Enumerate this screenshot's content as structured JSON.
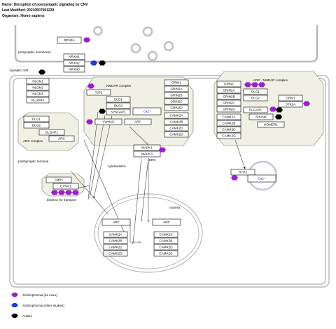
{
  "header": {
    "name": "Name: Disruption of postsynaptic signaling by CNV",
    "modified": "Last Modified: 20210507091229",
    "organism": "Organism: Homo sapiens"
  },
  "labels": {
    "presynaptic_membrane": "presynaptic membrane",
    "synaptic_cleft": "synaptic cleft",
    "nmdar_complex": "NMDAR complex",
    "arc_nmdar_complex": "ARC - NMDAR complex",
    "arc_complex": "ARC complex",
    "postsynaptic_terminal": "postsynaptic terminal",
    "cytoskeleton": "cytoskeleton",
    "erk": "ERK",
    "binds_for_transport": "binds to for transport",
    "nucleus": "nucleus"
  },
  "genes": {
    "rph3a": "RPH3A",
    "nrxn1": "NRXN1",
    "nrxn2": "NRXN2",
    "nrxn3": "NRXN3",
    "nlgn1": "NLGN1",
    "nlgn2": "NLGN2",
    "nlgn3": "NLGN3",
    "nlgn4x": "NLGN4X",
    "tjp1": "TJP1",
    "nmdar_dlg1": "DLG1",
    "nmdar_dlg2": "DLG2",
    "nmdar_syngap1": "SYNGAP1",
    "nmdar_ca2": "Ca2+",
    "nmdar_ywhag": "YWHAG",
    "nmdar_arc": "ARC",
    "nmdar_grin1": "GRIN1",
    "nmdar_grin2a": "GRIN2A",
    "nmdar_grin2b": "GRIN2B",
    "nmdar_grin2c": "GRIN2C",
    "nmdar_grin2d": "GRIN2D",
    "nmdar_camk2a": "CAMK2A",
    "nmdar_camk2b": "CAMK2B",
    "nmdar_camk2d": "CAMK2D",
    "nmdar_camk2g": "CAMK2G",
    "an_grin1": "GRIN1",
    "an_grin2a": "GRIN2A",
    "an_grin2b": "GRIN2B",
    "an_grin2c": "GRIN2C",
    "an_grin2d": "GRIN2D",
    "an_camk2a": "CAMK2A",
    "an_camk2b": "CAMK2B",
    "an_camk2d": "CAMK2D",
    "an_camk2g": "CAMK2G",
    "an_dlg1": "DLG1",
    "an_dlg2": "DLG2",
    "an_dlgap1": "DLGAP1",
    "an_shank": "SHANK",
    "an_homer1": "HOMER1",
    "an_grm1": "GRM1",
    "an_stx1a": "STX1A",
    "ac_dlg1": "DLG1",
    "ac_dlg2": "DLG2",
    "ac_dlgap1": "DLGAP1",
    "ac_arc": "ARC",
    "mapk1": "MAPK1",
    "mapk3": "MAPK3",
    "fmr1": "FMR1",
    "cyfip1": "CYFIP1",
    "ryr2": "RYR2",
    "ryr_ca2": "Ca2+",
    "nuc_arc1": "ARC",
    "nuc_arc2": "ARC",
    "nuc1_camk2a": "CAMK2A",
    "nuc1_camk2b": "CAMK2B",
    "nuc1_camk2d": "CAMK2D",
    "nuc1_camk2g": "CAMK2G",
    "nuc2_camk2a": "CAMK2A",
    "nuc2_camk2b": "CAMK2B",
    "nuc2_camk2d": "CAMK2D",
    "nuc2_camk2g": "CAMK2G"
  },
  "legend": [
    {
      "label": "Schizophrenia (de novo)",
      "color": "#9b1fcc"
    },
    {
      "label": "Schizophrenia (other studies)",
      "color": "#1b3fd0"
    },
    {
      "label": "Autism",
      "color": "#000000"
    }
  ],
  "colors": {
    "schizophrenia_de_novo": "#9b1fcc",
    "schizophrenia_other": "#1b3fd0",
    "autism": "#000000",
    "complex_fill": "#f1f0e4",
    "membrane_gray": "#b8b8b8",
    "vesicle_gray": "#bfbfbf",
    "ryr_ring": "#c7c3dc"
  }
}
